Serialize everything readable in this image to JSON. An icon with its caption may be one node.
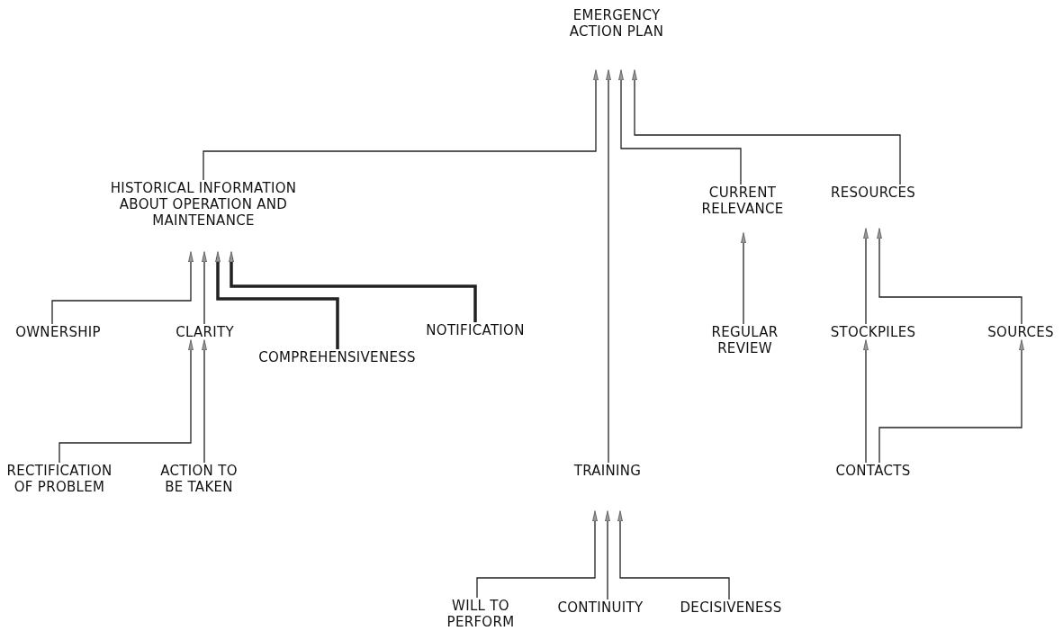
{
  "diagram": {
    "nodes": [
      {
        "text": [
          "EMERGENCY ACTION PLAN"
        ]
      },
      {
        "text": [
          "HISTORICAL INFORMATION ABOUT OPERATION AND MAINTENANCE"
        ]
      },
      {
        "text": [
          "CURRENT RELEVANCE"
        ]
      },
      {
        "text": [
          "RESOURCES"
        ]
      },
      {
        "text": [
          "OWNERSHIP"
        ]
      },
      {
        "text": [
          "CLARITY"
        ]
      },
      {
        "text": [
          "COMPREHENSIVENESS"
        ]
      },
      {
        "text": [
          "NOTIFICATION"
        ]
      },
      {
        "text": [
          "REGULAR REVIEW"
        ]
      },
      {
        "text": [
          "STOCKPILES"
        ]
      },
      {
        "text": [
          "SOURCES"
        ]
      },
      {
        "text": [
          "RECTIFICATION OF PROBLEM"
        ]
      },
      {
        "text": [
          "ACTION TO BE TAKEN"
        ]
      },
      {
        "text": [
          "TRAINING"
        ]
      },
      {
        "text": [
          "CONTACTS"
        ]
      },
      {
        "text": [
          "WILL TO PERFORM"
        ]
      },
      {
        "text": [
          "CONTINUITY"
        ]
      },
      {
        "text": [
          "DECISIVENESS"
        ]
      }
    ],
    "edges": [
      {
        "from": 1,
        "to": 0,
        "arrow": "to"
      },
      {
        "from": 13,
        "to": 0,
        "arrow": "to"
      },
      {
        "from": 2,
        "to": 0,
        "arrow": "to"
      },
      {
        "from": 3,
        "to": 0,
        "arrow": "to"
      },
      {
        "from": 4,
        "to": 1,
        "arrow": "to"
      },
      {
        "from": 5,
        "to": 1,
        "arrow": "to"
      },
      {
        "from": 6,
        "to": 1,
        "arrow": "to",
        "style": "thick"
      },
      {
        "from": 7,
        "to": 1,
        "arrow": "to",
        "style": "thick"
      },
      {
        "from": 8,
        "to": 2,
        "arrow": "to"
      },
      {
        "from": 11,
        "to": 5,
        "arrow": "to"
      },
      {
        "from": 12,
        "to": 5,
        "arrow": "to"
      },
      {
        "from": 9,
        "to": 3,
        "arrow": "to"
      },
      {
        "from": 10,
        "to": 3,
        "arrow": "to"
      },
      {
        "from": 14,
        "to": 9,
        "arrow": "to"
      },
      {
        "from": 14,
        "to": 10,
        "arrow": "to"
      },
      {
        "from": 15,
        "to": 13,
        "arrow": "to"
      },
      {
        "from": 16,
        "to": 13,
        "arrow": "to"
      },
      {
        "from": 17,
        "to": 13,
        "arrow": "to"
      }
    ]
  }
}
